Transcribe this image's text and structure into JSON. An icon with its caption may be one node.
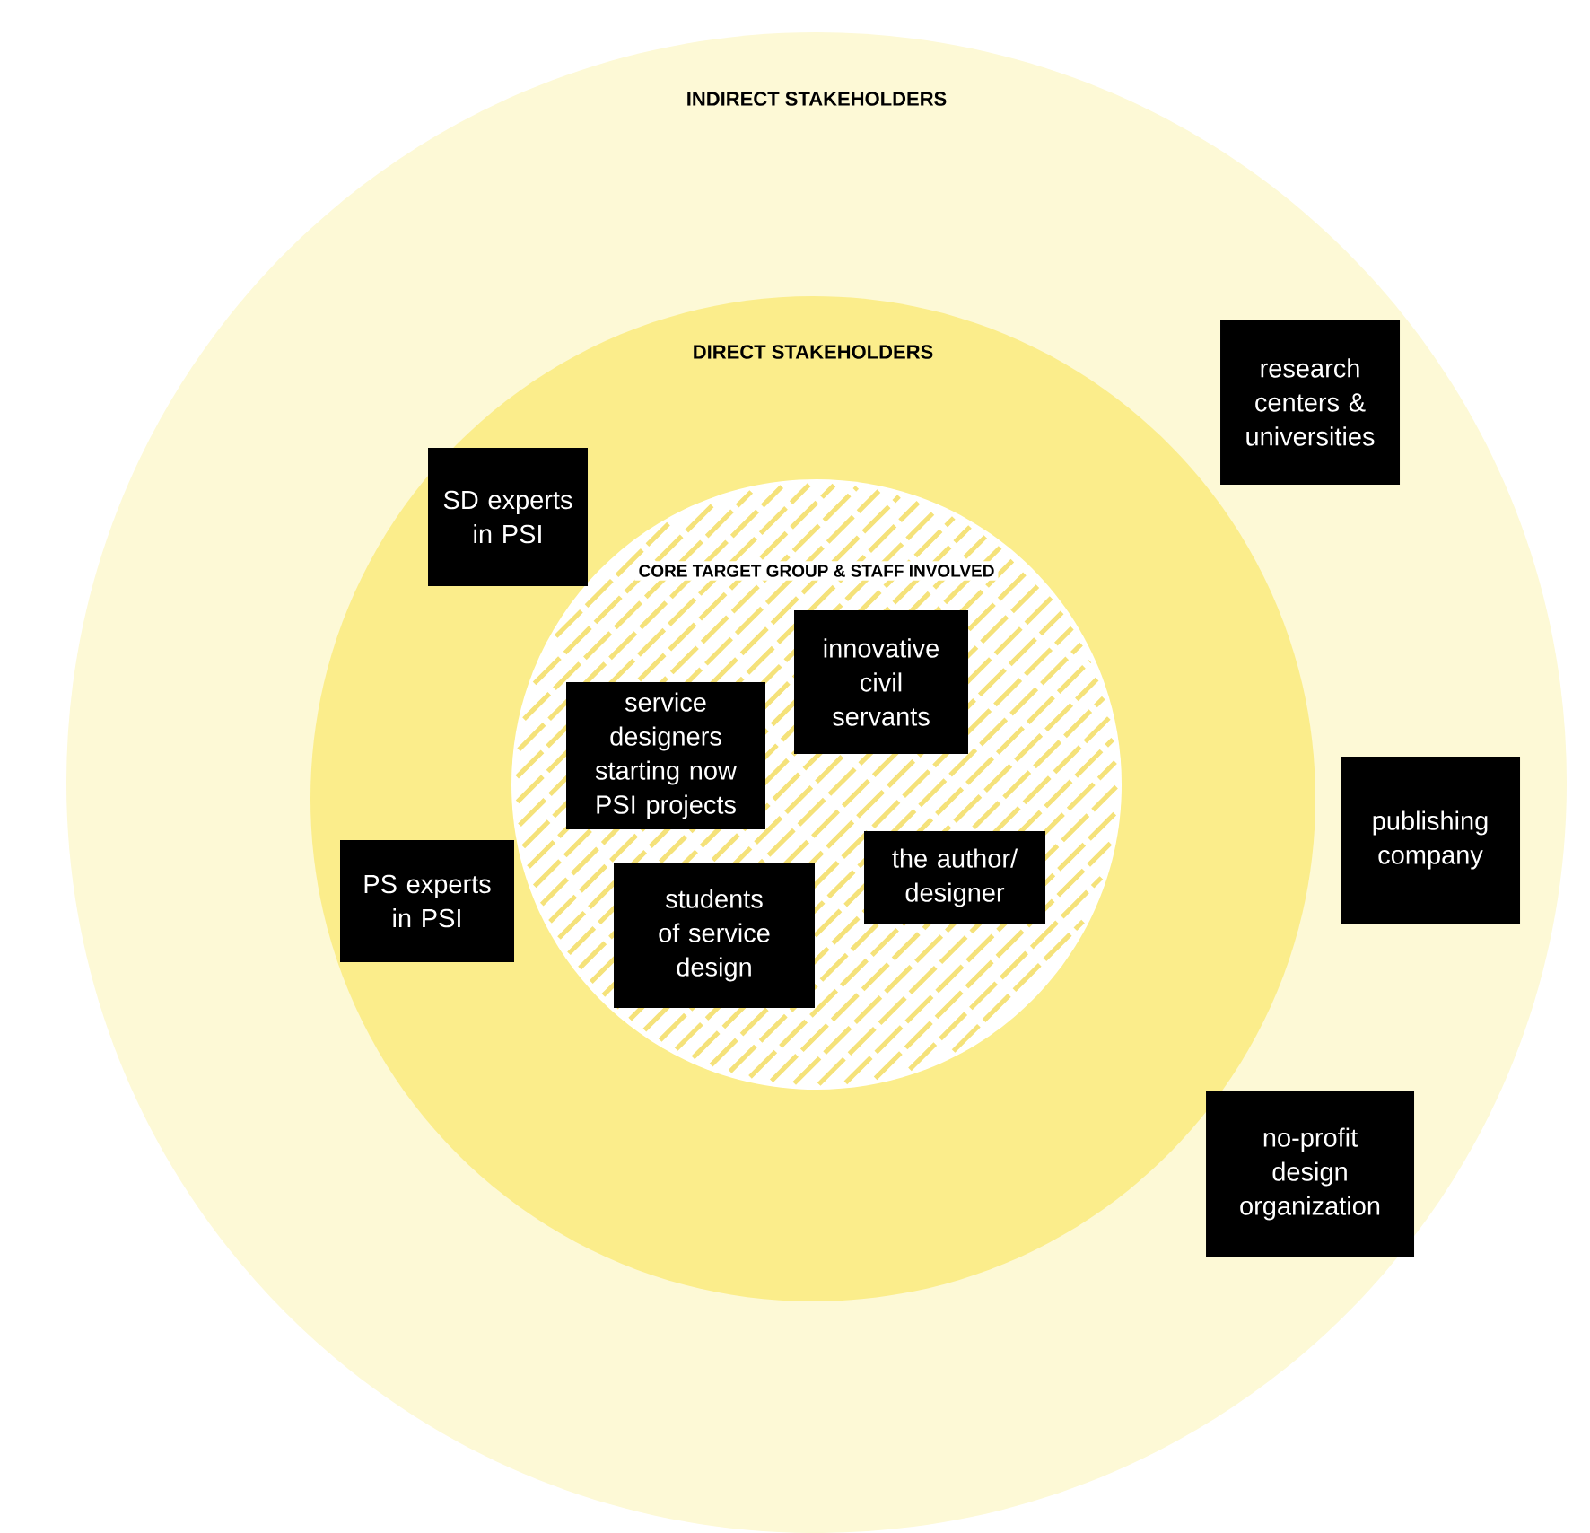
{
  "diagram": {
    "nodes": [
      {
        "text": [
          "INDIRECT STAKEHOLDERS"
        ]
      },
      {
        "text": [
          "DIRECT STAKEHOLDERS"
        ],
        "in": 0
      },
      {
        "text": [
          "CORE TARGET GROUP & STAFF INVOLVED"
        ],
        "in": 1
      },
      {
        "text": [
          "research centers & universities"
        ],
        "in": 0
      },
      {
        "text": [
          "SD experts in PSI"
        ],
        "in": 1
      },
      {
        "text": [
          "innovative civil servants"
        ],
        "in": 2
      },
      {
        "text": [
          "service designers starting now PSI projects"
        ],
        "in": 2
      },
      {
        "text": [
          "publishing company"
        ],
        "in": 0
      },
      {
        "text": [
          "PS experts in PSI"
        ],
        "in": 1
      },
      {
        "text": [
          "the author/ designer"
        ],
        "in": 2
      },
      {
        "text": [
          "students of service design"
        ],
        "in": 2
      },
      {
        "text": [
          "no-profit design organization"
        ],
        "in": 0
      }
    ]
  }
}
